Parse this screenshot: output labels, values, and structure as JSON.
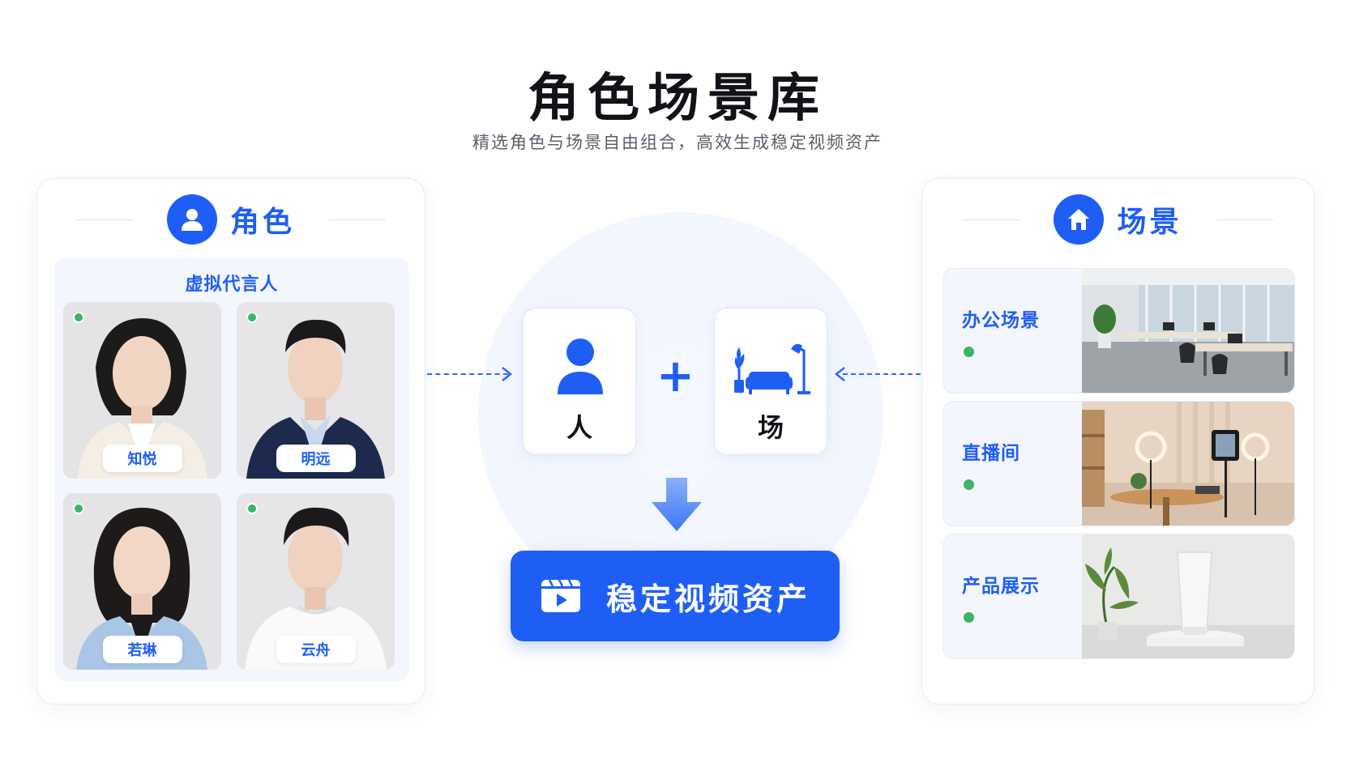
{
  "title": "角色场景库",
  "subtitle": "精选角色与场景自由组合，高效生成稳定视频资产",
  "colors": {
    "accent": "#1f5ef5",
    "online": "#3bb56a"
  },
  "roles_panel": {
    "heading": "角色",
    "icon": "user-icon",
    "group_title": "虚拟代言人",
    "avatars": [
      {
        "name": "知悦"
      },
      {
        "name": "明远"
      },
      {
        "name": "若琳"
      },
      {
        "name": "云舟"
      }
    ]
  },
  "scenes_panel": {
    "heading": "场景",
    "icon": "home-icon",
    "scenes": [
      {
        "label": "办公场景"
      },
      {
        "label": "直播间"
      },
      {
        "label": "产品展示"
      }
    ]
  },
  "center": {
    "person_label": "人",
    "scene_label": "场",
    "result_label": "稳定视频资产",
    "plus_symbol": "+"
  }
}
